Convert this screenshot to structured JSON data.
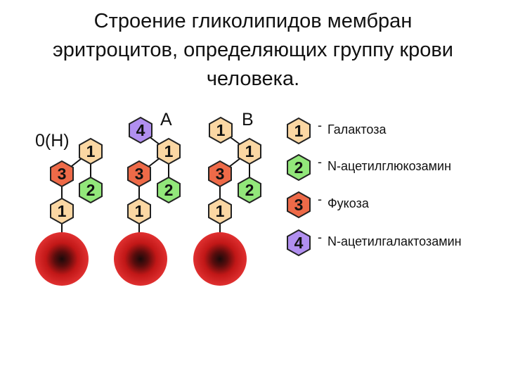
{
  "title": {
    "line1": "Строение гликолипидов мембран",
    "line2": "эритроцитов, определяющих группу крови",
    "line3": "человека."
  },
  "groups": [
    {
      "label": "0(H)",
      "chain": {
        "base": "1",
        "middle": "3",
        "upper": "1",
        "branch": "2"
      }
    },
    {
      "label": "A",
      "extra": "4",
      "chain": {
        "base": "1",
        "middle": "3",
        "upper": "1",
        "branch": "2"
      }
    },
    {
      "label": "B",
      "extra": "1",
      "chain": {
        "base": "1",
        "middle": "3",
        "upper": "1",
        "branch": "2"
      }
    }
  ],
  "legend": [
    {
      "num": "1",
      "name": "Галактоза",
      "color": "#fbd7a3"
    },
    {
      "num": "2",
      "name": "N-ацетилглюкозамин",
      "color": "#92e77a"
    },
    {
      "num": "3",
      "name": "Фукоза",
      "color": "#ee6a48"
    },
    {
      "num": "4",
      "name": "N-ацетилгалактозамин",
      "color": "#b18ff0"
    }
  ],
  "colors": {
    "galactose": "#fbd7a3",
    "glcnac": "#92e77a",
    "fucose": "#ee6a48",
    "galnac": "#b18ff0",
    "cell": "#cc1414"
  }
}
